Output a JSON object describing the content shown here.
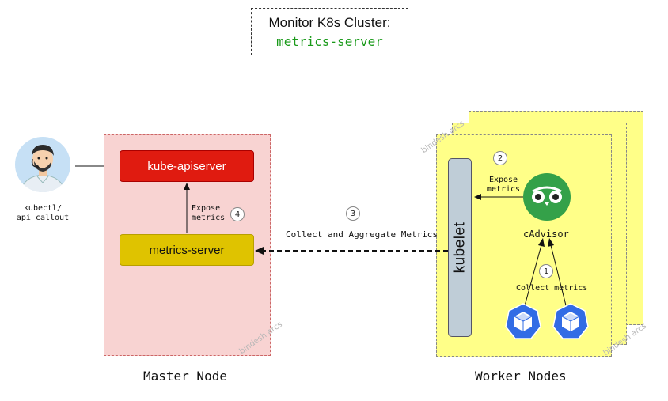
{
  "title": {
    "line1": "Monitor K8s Cluster:",
    "line2": "metrics-server"
  },
  "user": {
    "label": "kubectl/\napi callout"
  },
  "master": {
    "apiserver_label": "kube-apiserver",
    "metricsserver_label": "metrics-server",
    "expose_label": "Expose\nmetrics",
    "step": "4",
    "node_label": "Master Node",
    "watermark": "bindesh arcs"
  },
  "middle": {
    "step": "3",
    "label": "Collect and Aggregate Metrics"
  },
  "worker": {
    "kubelet_label": "kubelet",
    "cadvisor_label": "cAdvisor",
    "expose_label": "Expose\nmetrics",
    "expose_step": "2",
    "collect_label": "Collect metrics",
    "collect_step": "1",
    "node_label": "Worker Nodes",
    "watermark_top": "bindesh arcs",
    "watermark_bottom": "bindesh arcs"
  },
  "colors": {
    "apiserver": "#e01b10",
    "metricsserver": "#dfc300",
    "worker": "#ffff88",
    "master": "#f8d3d2",
    "cadvisor": "#34a149",
    "k8s": "#326ce5",
    "title_green": "#1a9a1a"
  }
}
